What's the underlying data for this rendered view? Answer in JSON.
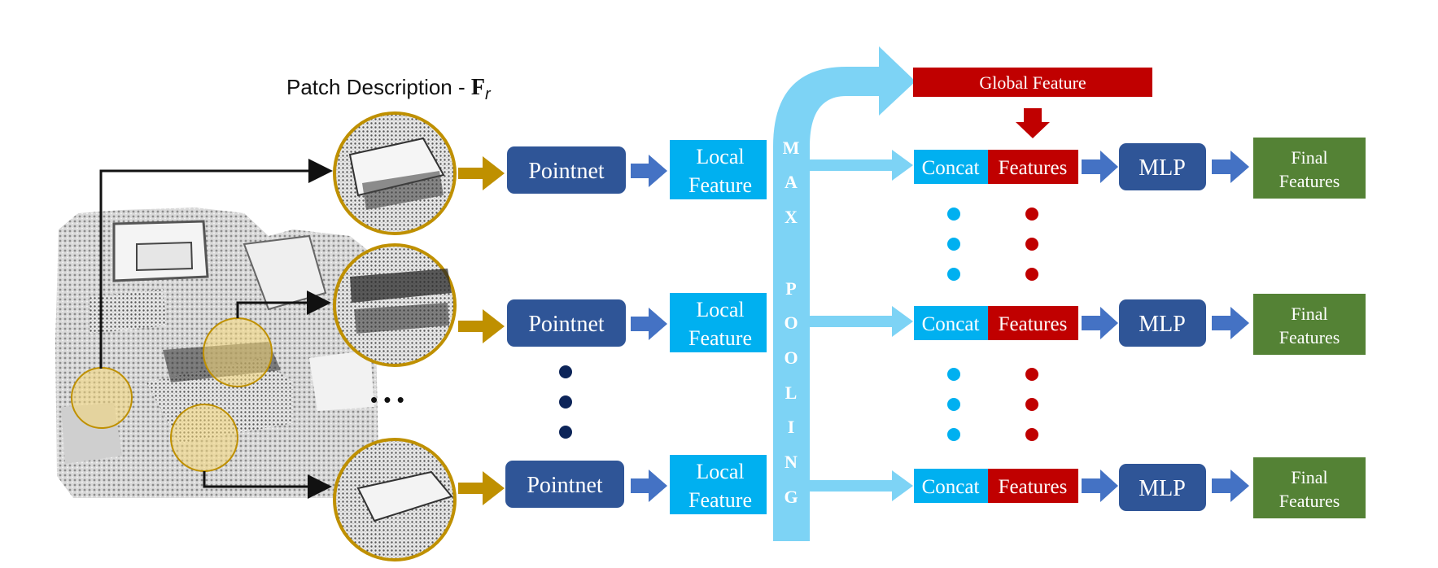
{
  "title": {
    "text": "Patch Description - ",
    "symbol": "F",
    "subscript": "r"
  },
  "labels": {
    "pointnet": "Pointnet",
    "local_line1": "Local",
    "local_line2": "Feature",
    "maxpool_letters": [
      "M",
      "A",
      "X",
      "P",
      "O",
      "O",
      "L",
      "I",
      "N",
      "G"
    ],
    "global_feature": "Global Feature",
    "concat": "Concat",
    "features": "Features",
    "mlp": "MLP",
    "final_line1": "Final",
    "final_line2": "Features",
    "ellipsis": "• • •"
  },
  "colors": {
    "pointnet_box": "#2f5597",
    "local_box": "#00b0f0",
    "maxpool_band": "#7dd3f5",
    "concat_box": "#00b0f0",
    "features_box": "#c00000",
    "global_box": "#c00000",
    "mlp_box": "#2f5597",
    "final_box": "#548235",
    "gold": "#bf9000",
    "blue_arrow": "#4472c4",
    "dot_navy": "#0d2559",
    "dot_cyan": "#00b0f0",
    "dot_red": "#c00000"
  },
  "rows": [
    {
      "id": "row-1"
    },
    {
      "id": "row-2"
    },
    {
      "id": "row-3"
    }
  ]
}
